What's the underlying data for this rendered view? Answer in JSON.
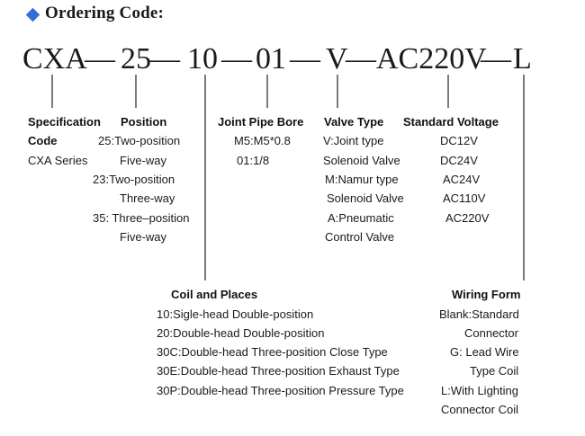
{
  "colors": {
    "accent": "#2f6fd6",
    "text": "#1a1a1a",
    "lines": "#333333"
  },
  "icons": {
    "title_bullet": "diamond-icon"
  },
  "title": "Ordering Code:",
  "code_parts": {
    "p1": "CXA",
    "d1": "—",
    "p2": "25",
    "d2": "—",
    "p3": "10",
    "d3": "—",
    "p4": "01",
    "d4": "—",
    "p5": "V",
    "d5": "—",
    "p6": "AC220V",
    "d6": "—",
    "p7": "L"
  },
  "specification": {
    "header_line1": "Specification",
    "header_line2": "Code",
    "value": "CXA Series"
  },
  "position": {
    "header": "Position",
    "lines": [
      "25:Two-position",
      "Five-way",
      "23:Two-position",
      "Three-way",
      "35: Three–position",
      "Five-way"
    ]
  },
  "joint_pipe_bore": {
    "header": "Joint Pipe Bore",
    "lines": [
      "M5:M5*0.8",
      "01:1/8"
    ]
  },
  "valve_type": {
    "header": "Valve Type",
    "lines": [
      "V:Joint type",
      "Solenoid Valve",
      "M:Namur type",
      "Solenoid Valve",
      "A:Pneumatic",
      "Control Valve"
    ]
  },
  "standard_voltage": {
    "header": "Standard Voltage",
    "lines": [
      "DC12V",
      "DC24V",
      "AC24V",
      "AC110V",
      "AC220V"
    ]
  },
  "coil_and_places": {
    "header": "Coil and Places",
    "lines": [
      "10:Sigle-head Double-position",
      "20:Double-head Double-position",
      "30C:Double-head Three-position Close Type",
      "30E:Double-head Three-position Exhaust Type",
      "30P:Double-head Three-position Pressure Type"
    ]
  },
  "wiring_form": {
    "header": "Wiring Form",
    "lines": [
      "Blank:Standard",
      "Connector",
      "G: Lead Wire",
      "Type Coil",
      "L:With Lighting",
      "Connector Coil"
    ]
  }
}
